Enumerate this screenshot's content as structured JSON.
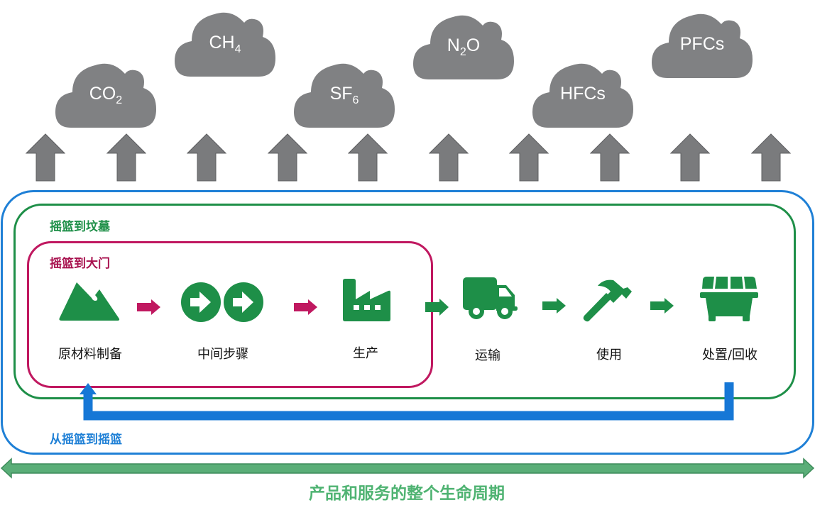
{
  "gases": [
    {
      "name": "CO",
      "sub": "2"
    },
    {
      "name": "CH",
      "sub": "4"
    },
    {
      "name": "SF",
      "sub": "6"
    },
    {
      "name": "N",
      "sub": "2",
      "suffix": "O"
    },
    {
      "name": "HFCs",
      "sub": ""
    },
    {
      "name": "PFCs",
      "sub": ""
    }
  ],
  "emission_arrow_count": 10,
  "frames": {
    "cradle_to_grave": "摇篮到坟墓",
    "cradle_to_gate": "摇篮到大门",
    "cradle_to_cradle": "从摇篮到摇篮"
  },
  "steps": [
    {
      "label": "原材料制备",
      "icon": "mountain-icon"
    },
    {
      "label": "中间步骤",
      "icon": "double-arrow-circle-icon"
    },
    {
      "label": "生产",
      "icon": "factory-icon"
    },
    {
      "label": "运输",
      "icon": "truck-icon"
    },
    {
      "label": "使用",
      "icon": "hammer-icon"
    },
    {
      "label": "处置/回收",
      "icon": "dumpster-icon"
    }
  ],
  "footer": "产品和服务的整个生命周期",
  "colors": {
    "cloud": "#808183",
    "arrow_gray": "#7a7b7d",
    "icon_green": "#1e8f48",
    "gate_red": "#c01860",
    "cradle_blue": "#1f80d6",
    "lifecycle_green": "#5aae78"
  }
}
